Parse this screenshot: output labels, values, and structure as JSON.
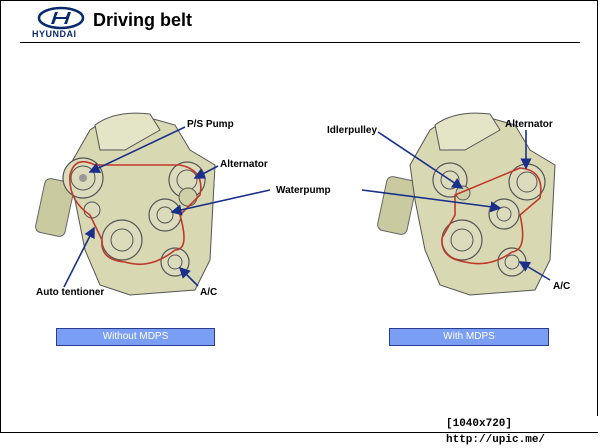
{
  "header": {
    "brand": "HYUNDAI",
    "title": "Driving belt"
  },
  "colors": {
    "accent_blue": "#0a2a6e",
    "caption_fill": "#7b9ef5",
    "belt_red": "#c0392b",
    "engine_green": "#d8d9b3"
  },
  "left_diagram": {
    "caption": "Without MDPS",
    "labels": {
      "ps_pump": "P/S Pump",
      "alternator": "Alternator",
      "waterpump": "Waterpump",
      "auto_tentioner": "Auto tentioner",
      "ac": "A/C"
    }
  },
  "right_diagram": {
    "caption": "With MDPS",
    "labels": {
      "idlerpulley": "Idlerpulley",
      "alternator": "Alternator",
      "ac": "A/C"
    }
  },
  "footer": {
    "watermark": "[1040x720] http://upic.me/"
  }
}
